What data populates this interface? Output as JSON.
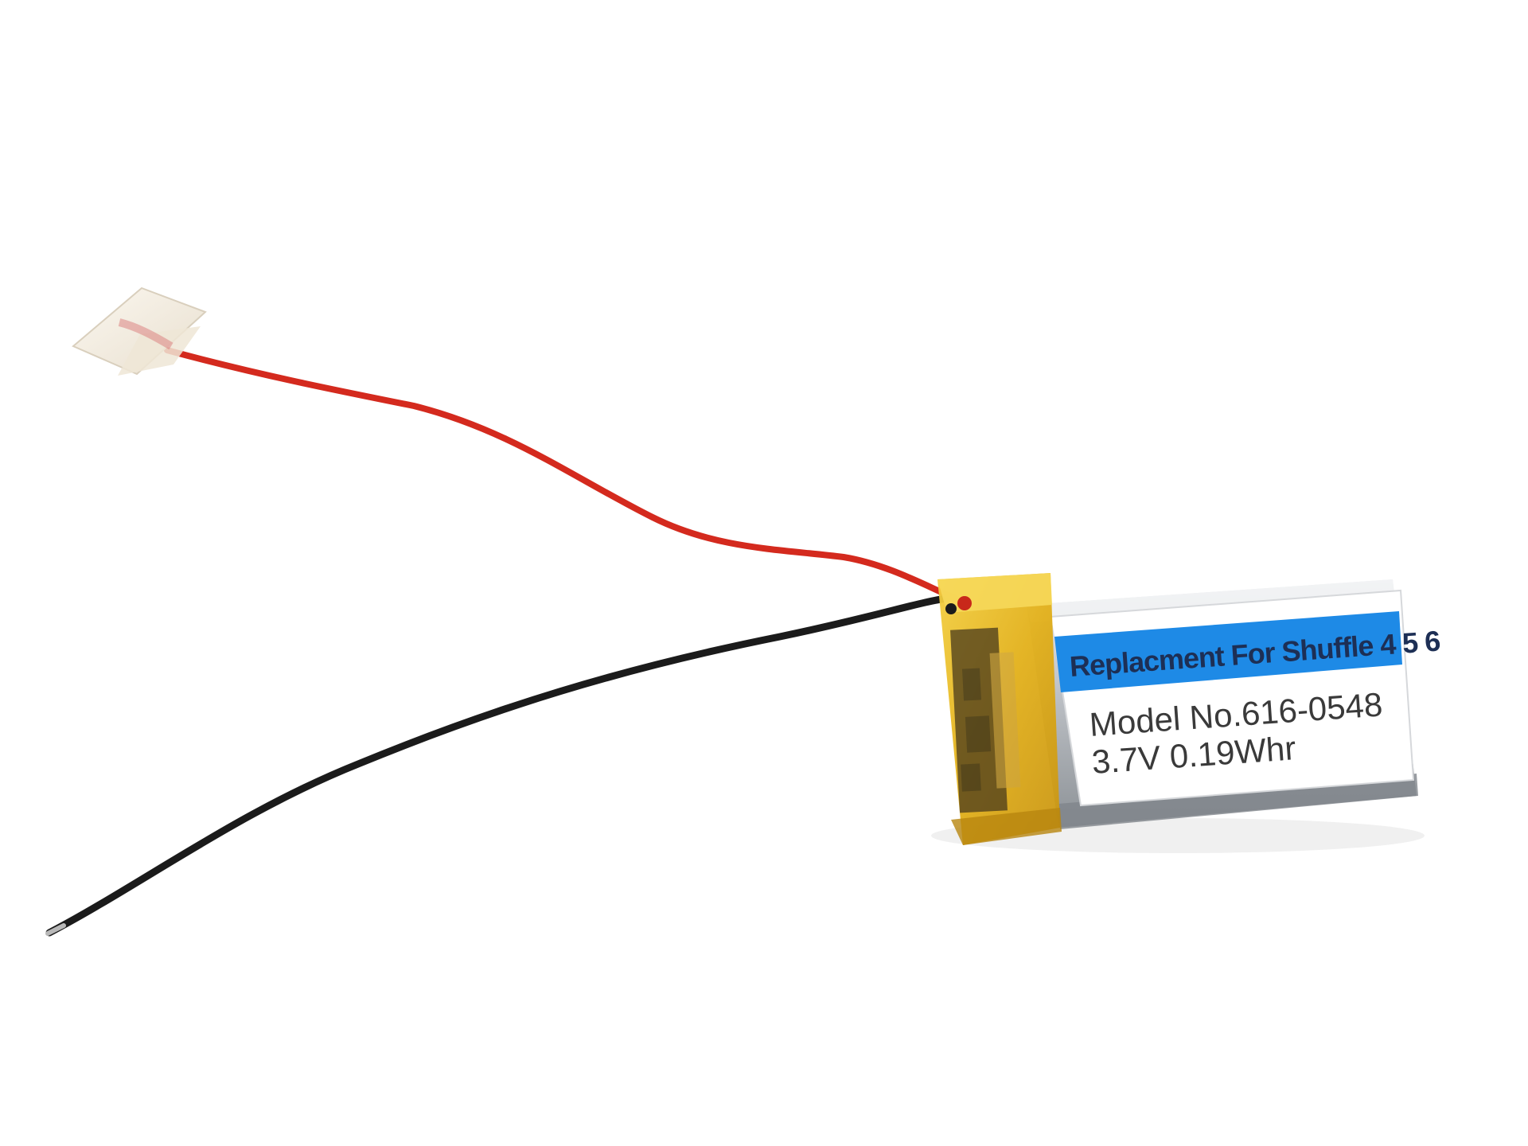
{
  "battery": {
    "label_title": "Replacment For Shuffle 4 5 6",
    "model_number": "Model No.616-0548",
    "spec": "3.7V 0.19Whr",
    "colors": {
      "background": "#ffffff",
      "label_band": "#1e8ae6",
      "label_face": "#ffffff",
      "foil": "#c9ccd0",
      "kapton_tape": "#e8b918",
      "red_wire": "#d42a1e",
      "black_wire": "#1b1b1b",
      "connector_tape": "#f4ede0"
    }
  }
}
